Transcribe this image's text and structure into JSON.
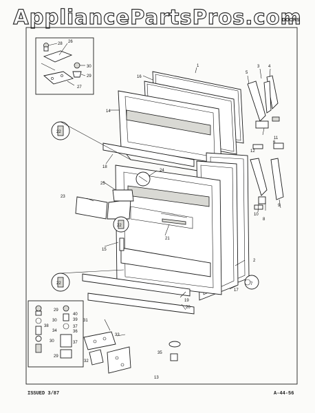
{
  "watermark": "AppliancePartsPros.com",
  "header": {
    "section": "DOORS"
  },
  "footer": {
    "issued": "ISSUED 3/87",
    "code": "A-44-56"
  },
  "part_labels": [
    "1",
    "2",
    "3",
    "4",
    "5",
    "6",
    "7",
    "8",
    "9",
    "10",
    "11",
    "12",
    "13",
    "14",
    "15",
    "16",
    "17",
    "18",
    "19",
    "20",
    "21",
    "22",
    "23",
    "24",
    "25",
    "26",
    "27",
    "28",
    "29",
    "30",
    "31",
    "32",
    "33",
    "34",
    "35",
    "36",
    "37",
    "38",
    "39",
    "40"
  ]
}
